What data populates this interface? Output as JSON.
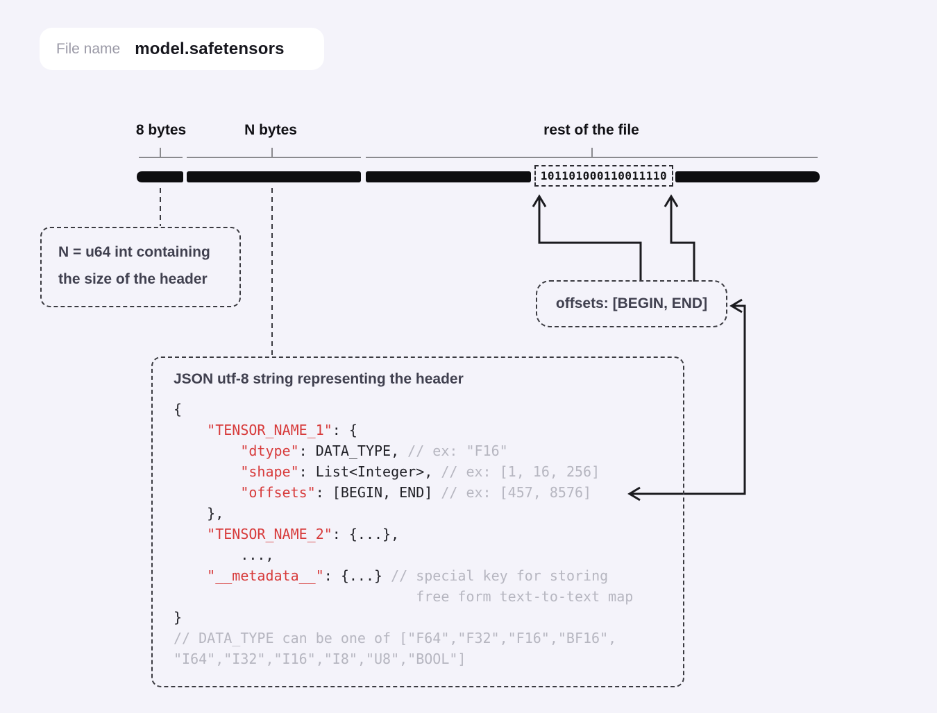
{
  "file_pill": {
    "label": "File name",
    "value": "model.safetensors"
  },
  "bar_labels": {
    "size_label": "8 bytes",
    "header_label": "N bytes",
    "rest_label": "rest of the file"
  },
  "binary": {
    "bits": "101101000110011110"
  },
  "n_box": {
    "line1": "N = u64 int containing",
    "line2": "the size of the header"
  },
  "offsets_box": {
    "label": "offsets: [BEGIN, END]"
  },
  "json_box": {
    "title": "JSON utf-8 string representing the header"
  },
  "colors": {
    "background": "#f4f3fa",
    "pill_background": "#ffffff",
    "bar_black": "#0d0d0f",
    "bracket_gray": "#8a8a8e",
    "key_red": "#d73a3a",
    "comment_gray": "#b6b6c0",
    "text_slate": "#40404f"
  },
  "code_lines": [
    [
      {
        "t": "{",
        "c": "p"
      }
    ],
    [
      {
        "t": "    ",
        "c": "p"
      },
      {
        "t": "\"TENSOR_NAME_1\"",
        "c": "k"
      },
      {
        "t": ": {",
        "c": "p"
      }
    ],
    [
      {
        "t": "        ",
        "c": "p"
      },
      {
        "t": "\"dtype\"",
        "c": "k"
      },
      {
        "t": ": DATA_TYPE, ",
        "c": "p"
      },
      {
        "t": "// ex: \"F16\"",
        "c": "m"
      }
    ],
    [
      {
        "t": "        ",
        "c": "p"
      },
      {
        "t": "\"shape\"",
        "c": "k"
      },
      {
        "t": ": List<Integer>, ",
        "c": "p"
      },
      {
        "t": "// ex: [1, 16, 256]",
        "c": "m"
      }
    ],
    [
      {
        "t": "        ",
        "c": "p"
      },
      {
        "t": "\"offsets\"",
        "c": "k"
      },
      {
        "t": ": [BEGIN, END] ",
        "c": "p"
      },
      {
        "t": "// ex: [457, 8576]",
        "c": "m"
      }
    ],
    [
      {
        "t": "    },",
        "c": "p"
      }
    ],
    [
      {
        "t": "    ",
        "c": "p"
      },
      {
        "t": "\"TENSOR_NAME_2\"",
        "c": "k"
      },
      {
        "t": ": {...},",
        "c": "p"
      }
    ],
    [
      {
        "t": "        ...,",
        "c": "p"
      }
    ],
    [
      {
        "t": "    ",
        "c": "p"
      },
      {
        "t": "\"__metadata__\"",
        "c": "k"
      },
      {
        "t": ": {...} ",
        "c": "p"
      },
      {
        "t": "// special key for storing",
        "c": "m"
      }
    ],
    [
      {
        "t": "                             ",
        "c": "p"
      },
      {
        "t": "free form text-to-text map",
        "c": "m"
      }
    ],
    [
      {
        "t": "}",
        "c": "p"
      }
    ],
    [
      {
        "t": "// DATA_TYPE can be one of [\"F64\",\"F32\",\"F16\",\"BF16\",",
        "c": "m"
      }
    ],
    [
      {
        "t": "\"I64\",\"I32\",\"I16\",\"I8\",\"U8\",\"BOOL\"]",
        "c": "m"
      }
    ]
  ]
}
